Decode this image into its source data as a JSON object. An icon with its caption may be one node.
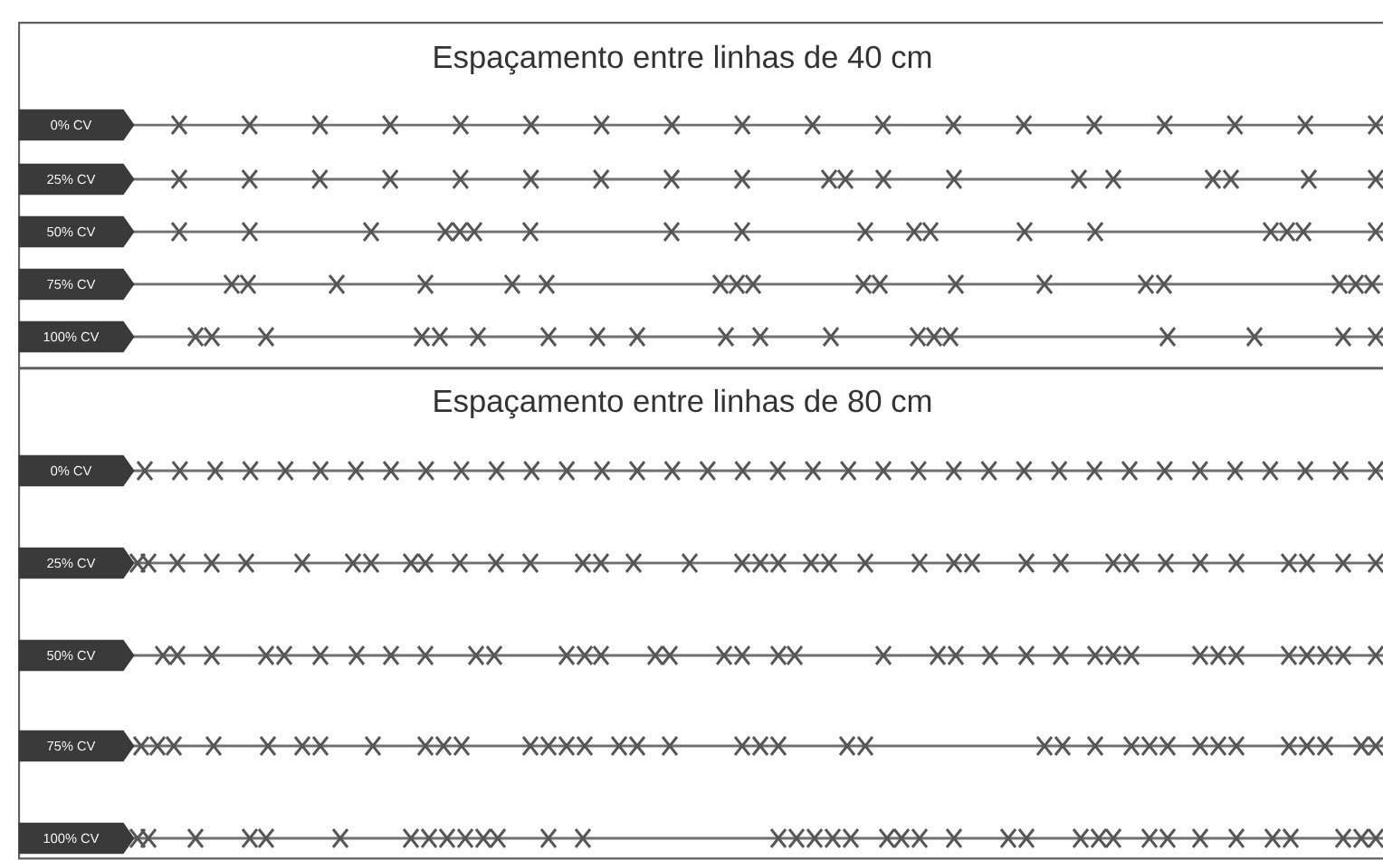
{
  "diagram": {
    "nodes": [
      {
        "text": [
          "Espaçamento entre linhas de 40 cm"
        ]
      },
      {
        "text": [
          "0% CV"
        ],
        "in": 0
      },
      {
        "text": [
          "25% CV"
        ],
        "in": 0
      },
      {
        "text": [
          "50% CV"
        ],
        "in": 0
      },
      {
        "text": [
          "75% CV"
        ],
        "in": 0
      },
      {
        "text": [
          "100% CV"
        ],
        "in": 0
      },
      {
        "text": [
          "Espaçamento entre linhas de 80 cm"
        ]
      },
      {
        "text": [
          "0% CV"
        ],
        "in": 6
      },
      {
        "text": [
          "25% CV"
        ],
        "in": 6
      },
      {
        "text": [
          "50% CV"
        ],
        "in": 6
      },
      {
        "text": [
          "75% CV"
        ],
        "in": 6
      },
      {
        "text": [
          "100% CV"
        ],
        "in": 6
      }
    ]
  }
}
